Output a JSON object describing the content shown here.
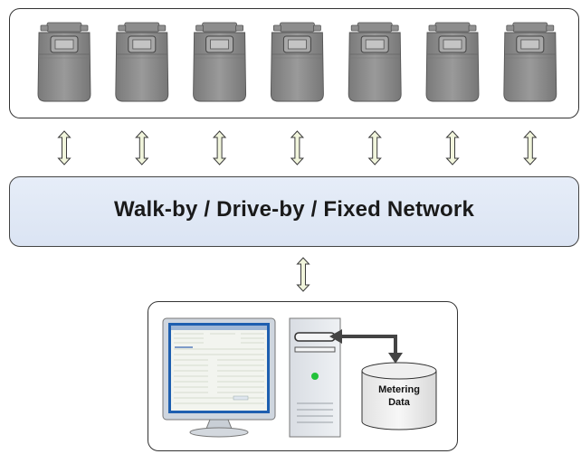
{
  "network": {
    "label": "Walk-by / Drive-by / Fixed Network"
  },
  "meters": {
    "count": 7,
    "icon": "gas-meter-icon"
  },
  "station": {
    "monitor_icon": "computer-monitor-icon",
    "tower_icon": "pc-tower-icon",
    "database": {
      "line1": "Metering",
      "line2": "Data",
      "icon": "database-cylinder-icon"
    }
  },
  "colors": {
    "band_fill": "#dde6f4",
    "arrow_fill": "#f1f5dc",
    "meter_fill": "#8a8a8a",
    "screen_border": "#1e5fb0",
    "led_green": "#22c23a"
  }
}
